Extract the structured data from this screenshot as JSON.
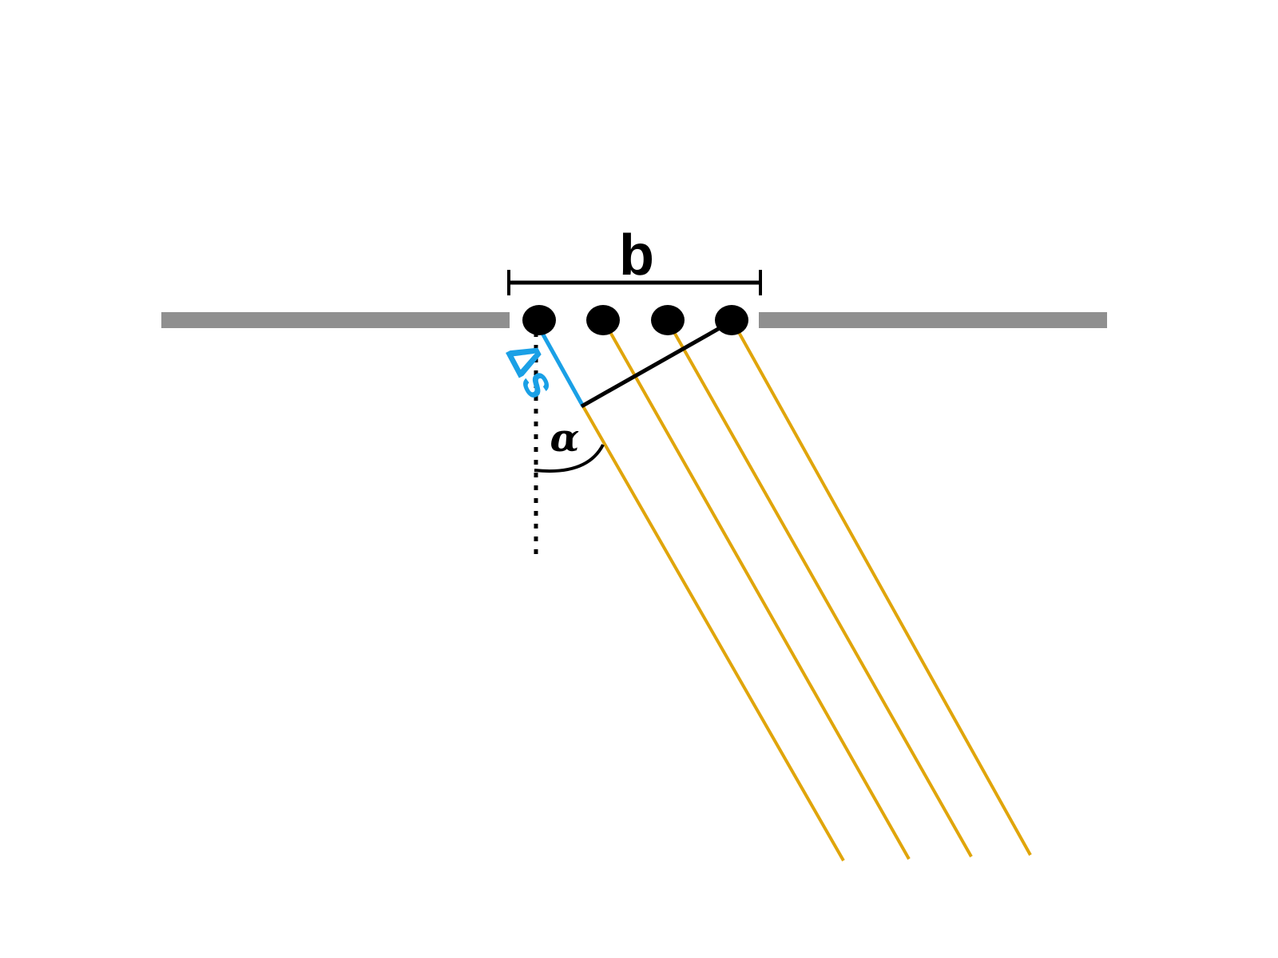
{
  "diagram": {
    "labels": {
      "width": "b",
      "path_difference": "Δs",
      "angle": "α"
    },
    "colors": {
      "background": "#ffffff",
      "screen": "#8f8f8f",
      "slit_source": "#000000",
      "ray": "#e0a50b",
      "path_difference": "#1aa0e6",
      "construction": "#000000"
    },
    "source_count": 4,
    "ray_count": 4
  }
}
